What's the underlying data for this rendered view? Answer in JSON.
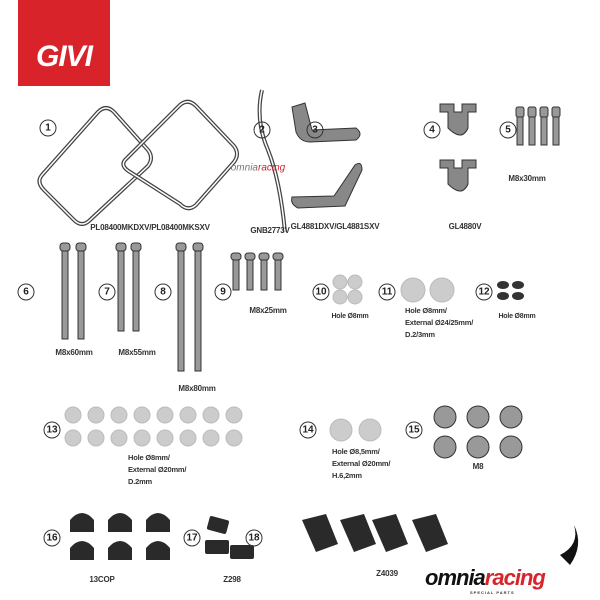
{
  "brand_logo": "GIVI",
  "watermark": {
    "a": "omnia",
    "b": "racing"
  },
  "footer_logo": {
    "a": "omnia",
    "b": "racing",
    "sub": "SPECIAL PARTS"
  },
  "parts": [
    {
      "n": "1",
      "code": "PL08400MKDXV/PL08400MKSXV"
    },
    {
      "n": "2",
      "code": "GNB2773V"
    },
    {
      "n": "3",
      "code": "GL4881DXV/GL4881SXV"
    },
    {
      "n": "4",
      "code": "GL4880V"
    },
    {
      "n": "5",
      "code": "M8x30mm"
    },
    {
      "n": "6",
      "code": "M8x60mm"
    },
    {
      "n": "7",
      "code": "M8x55mm"
    },
    {
      "n": "8",
      "code": "M8x80mm"
    },
    {
      "n": "9",
      "code": "M8x25mm"
    },
    {
      "n": "10",
      "code": "Hole Ø8mm"
    },
    {
      "n": "11",
      "lines": [
        "Hole Ø8mm/",
        "External Ø24/25mm/",
        "D.2/3mm"
      ]
    },
    {
      "n": "12",
      "code": "Hole Ø8mm"
    },
    {
      "n": "13",
      "lines": [
        "Hole Ø8mm/",
        "External Ø20mm/",
        "D.2mm"
      ]
    },
    {
      "n": "14",
      "lines": [
        "Hole Ø8,5mm/",
        "External Ø20mm/",
        "H.6,2mm"
      ]
    },
    {
      "n": "15",
      "code": "M8"
    },
    {
      "n": "16",
      "code": "13COP"
    },
    {
      "n": "17",
      "code": "Z298"
    },
    {
      "n": "18",
      "code": "Z4039"
    }
  ]
}
